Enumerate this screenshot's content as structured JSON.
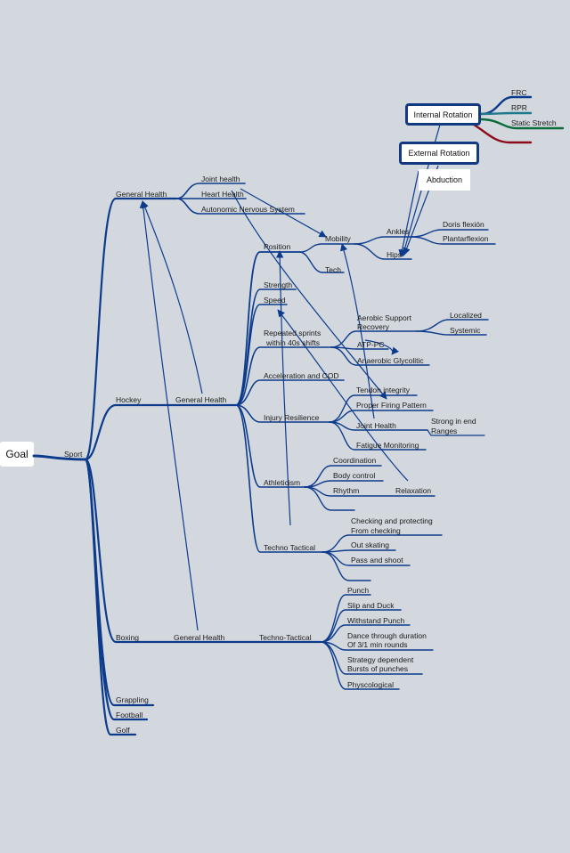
{
  "root": {
    "label": "Goal"
  },
  "sport": {
    "label": "Sport"
  },
  "hockey": {
    "label": "Hockey",
    "general_health": "General Health",
    "position": "Position",
    "mobility": "Mobility",
    "tech": "Tech",
    "ankles": "Ankles",
    "hips": "Hips",
    "dorsiflexion": "Doris flexión",
    "plantarflexion": "Plantarflexion",
    "strength": "Strength",
    "speed": "Speed",
    "repeated_sprints_1": "Repeated sprints",
    "repeated_sprints_2": "within 40s shifts",
    "aerobic_1": "Aerobic Support",
    "aerobic_2": "Recovery",
    "localized": "Localized",
    "systemic": "Systemic",
    "atp_pc": "ATP-PC",
    "anaerobic": "Anaerobic Glycolitic",
    "acceleration": "Acceleration and COD",
    "injury": "Injury Resilience",
    "tendon": "Tendon integrity",
    "firing": "Proper Firing Pattern",
    "joint_health": "Joint Health",
    "strong_end_1": "Strong in end",
    "strong_end_2": "Ranges",
    "fatigue": "Fatigue Monitoring",
    "athleticism": "Athleticism",
    "coordination": "Coordination",
    "body_control": "Body control",
    "rhythm": "Rhythm",
    "relaxation": "Relaxation",
    "techno_tactical": "Techno Tactical",
    "checking_1": "Checking and protecting",
    "checking_2": "From checking",
    "out_skating": "Out skating",
    "pass_shoot": "Pass and shoot"
  },
  "general_health_top": {
    "label": "General Health",
    "joint_health": "Joint health",
    "heart_health": "Heart Health",
    "ans": "Autonomic Nervous System"
  },
  "boxing": {
    "label": "Boxing",
    "general_health": "General Health",
    "techno_tactical": "Techno-Tactical",
    "punch": "Punch",
    "slip_duck": "Slip and Duck",
    "withstand": "Withstand Punch",
    "dance_1": "Dance through duration",
    "dance_2": "Of 3/1 min rounds",
    "strategy_1": "Strategy dependent",
    "strategy_2": "Bursts of punches",
    "psychological": "Physcological"
  },
  "others": {
    "grappling": "Grappling",
    "football": "Football",
    "golf": "Golf"
  },
  "rotation": {
    "internal": "Internal Rotation",
    "external": "External Rotation",
    "abduction": "Abduction",
    "frc": "FRC",
    "rpr": "RPR",
    "static_stretch": "Static Stretch"
  },
  "colors": {
    "line": "#0d3b8c",
    "green": "#0b6b3a",
    "teal": "#1f7a8c",
    "red": "#8c0d1a",
    "background": "#d3d8de"
  }
}
